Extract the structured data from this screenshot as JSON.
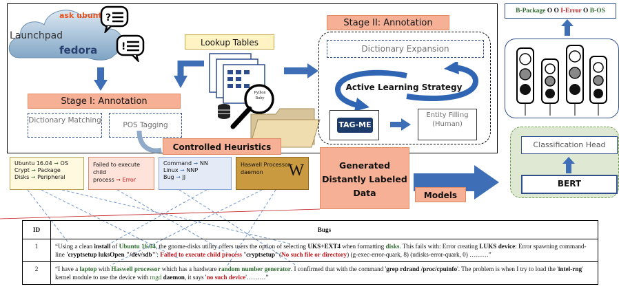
{
  "sources": {
    "ask_ubuntu": "ask ubuntu",
    "launchpad": "Launchpad",
    "fedora": "fedora"
  },
  "lookup_tables": {
    "label": "Lookup Tables",
    "lens_text_1": "Python",
    "lens_text_2": "Ruby"
  },
  "stage1": {
    "title": "Stage I: Annotation",
    "dictionary": "Dictionary Matching",
    "pos": "POS Tagging"
  },
  "stage2": {
    "title": "Stage II: Annotation",
    "dict_expansion": "Dictionary Expansion",
    "active_learning": "Active Learning Strategy",
    "tagme": "TAG-ME",
    "entity": "Entity Filling (Human)"
  },
  "heuristics": {
    "title": "Controlled Heuristics"
  },
  "examples": {
    "os": {
      "l1": "Ubuntu 16.04",
      "r1": "OS",
      "l2": "Crypt",
      "r2": "Package",
      "l3": "Disks",
      "r3": "Peripheral"
    },
    "error": {
      "l1": "Failed to execute child",
      "l2": "process",
      "r": "Error"
    },
    "pos": {
      "l1": "Command",
      "r1": "NN",
      "l2": "Linux",
      "r2": "NNP",
      "l3": "Bug",
      "r3": "JJ"
    },
    "wiki": {
      "l1": "Haswell Processor",
      "l2": "daemon",
      "w": "W"
    }
  },
  "generated": {
    "label": "Generated Distantly Labeled Data"
  },
  "models": {
    "label": "Models"
  },
  "bert": {
    "output": "B-Package O O I-Error O B-OS",
    "out_p1": "B-Package",
    "out_p2": "O O",
    "out_p3": "I-Error",
    "out_p4": "O",
    "out_p5": "B-OS",
    "head": "Classification Head",
    "bert": "BERT"
  },
  "table": {
    "col_id": "ID",
    "col_bugs": "Bugs",
    "rows": [
      {
        "id": "1"
      },
      {
        "id": "2"
      }
    ]
  },
  "colors": {
    "orange": "#f6b095",
    "blue": "#3e6fb6",
    "green_panel": "#dfe8d2"
  }
}
